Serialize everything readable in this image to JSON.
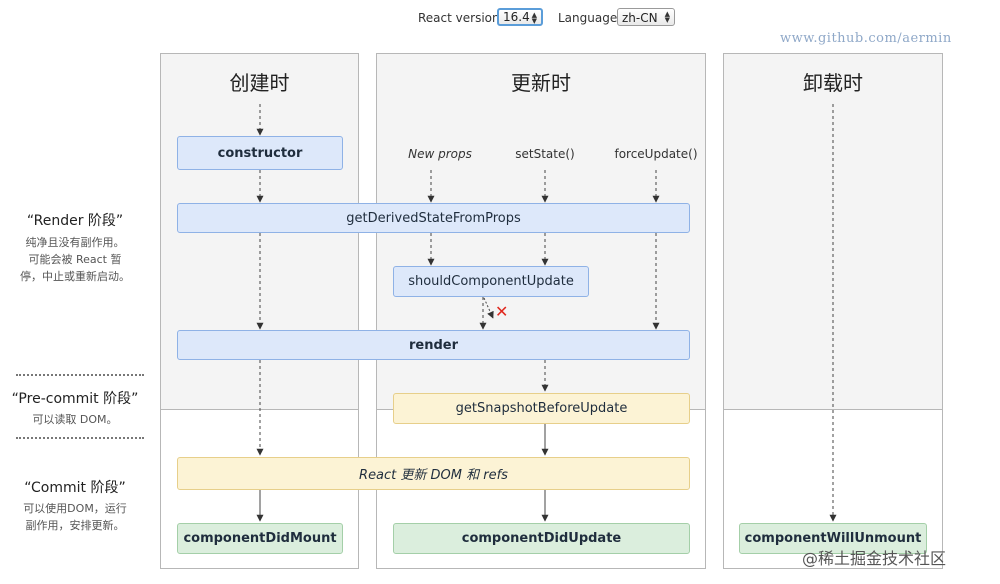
{
  "toolbar": {
    "react_version_label": "React version",
    "react_version_value": "16.4",
    "language_label": "Language",
    "language_value": "zh-CN"
  },
  "watermark_top": "www.github.com/aermin",
  "watermark_bottom": "@稀土掘金技术社区",
  "columns": {
    "mounting": "创建时",
    "updating": "更新时",
    "unmounting": "卸载时"
  },
  "phases": {
    "render": {
      "title": "“Render 阶段”",
      "desc": [
        "纯净且没有副作用。",
        "可能会被 React 暂",
        "停，中止或重新启动。"
      ]
    },
    "precommit": {
      "title": "“Pre-commit 阶段”",
      "desc": [
        "可以读取 DOM。"
      ]
    },
    "commit": {
      "title": "“Commit 阶段”",
      "desc": [
        "可以使用DOM，运行",
        "副作用，安排更新。"
      ]
    }
  },
  "triggers": {
    "new_props": "New props",
    "set_state": "setState()",
    "force_update": "forceUpdate()"
  },
  "methods": {
    "constructor": "constructor",
    "gdsfp": "getDerivedStateFromProps",
    "scu": "shouldComponentUpdate",
    "render": "render",
    "gsbu": "getSnapshotBeforeUpdate",
    "update_dom": "React 更新 DOM 和 refs",
    "cdm": "componentDidMount",
    "cdu": "componentDidUpdate",
    "cwu": "componentWillUnmount"
  },
  "colors": {
    "render_phase_box": "#dde8fa",
    "precommit_phase_box": "#fcf3d5",
    "commit_phase_box": "#dbeedd",
    "cancel_mark": "#e0281e"
  }
}
